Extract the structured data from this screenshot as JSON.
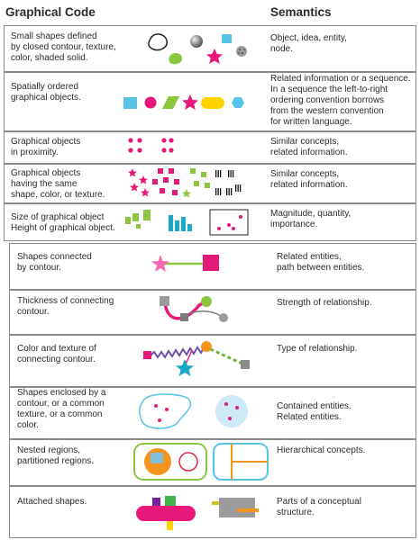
{
  "header": {
    "code": "Graphical Code",
    "semantics": "Semantics"
  },
  "rows": [
    {
      "code": "Small shapes defined\nby closed contour, texture,\ncolor, shaded solid.",
      "semantics": "Object, idea, entity,\nnode."
    },
    {
      "code": "Spatially ordered\ngraphical objects.",
      "semantics": "Related information or a sequence.\nIn a sequence the left-to-right\nordering convention borrows\nfrom the western convention\nfor written language."
    },
    {
      "code": "Graphical objects\nin proximity.",
      "semantics": "Similar concepts,\nrelated information."
    },
    {
      "code": "Graphical objects\nhaving the same\nshape, color, or texture.",
      "semantics": "Similar concepts,\nrelated information."
    },
    {
      "code": "Size of graphical object\nHeight of graphical object.",
      "semantics": "Magnitude, quantity,\nimportance."
    },
    {
      "code": "Shapes connected\nby contour.",
      "semantics": "Related entities,\npath between entities."
    },
    {
      "code": "Thickness of connecting\ncontour.",
      "semantics": "Strength of relationship."
    },
    {
      "code": "Color and texture of\nconnecting contour.",
      "semantics": "Type of relationship."
    },
    {
      "code": "Shapes enclosed by a\ncontour, or a common\ntexture, or a common\ncolor.",
      "semantics": "Contained entities.\nRelated entities."
    },
    {
      "code": "Nested regions,\npartitioned regions.",
      "semantics": "Hierarchical concepts."
    },
    {
      "code": "Attached shapes.",
      "semantics": "Parts of a conceptual\nstructure."
    }
  ],
  "colors": {
    "magenta": "#e6197a",
    "green": "#8cc63f",
    "blue": "#58c3e8",
    "orange": "#f7941d",
    "yellow": "#ffd200",
    "purple": "#7b1fa2",
    "gray": "#9b9b9b",
    "border": "#8a8a8a"
  }
}
